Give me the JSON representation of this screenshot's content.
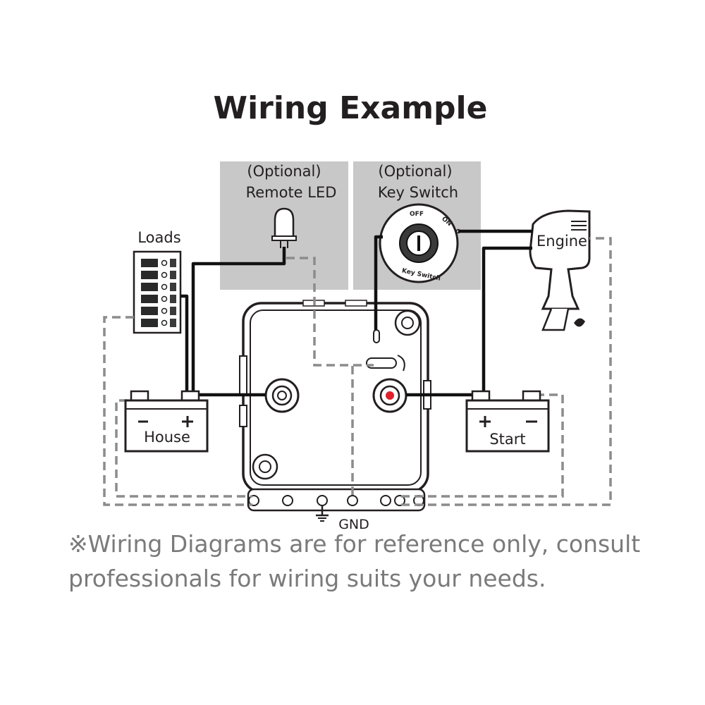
{
  "title": "Wiring Example",
  "panels": {
    "remote_led": {
      "line1": "(Optional)",
      "line2": "Remote LED"
    },
    "key_switch": {
      "line1": "(Optional)",
      "line2": "Key Switch"
    }
  },
  "key_switch_face": {
    "off": "OFF",
    "on": "ON",
    "ring": "Key Switch"
  },
  "loads_label": "Loads",
  "engine_label": "Engine",
  "house_label": "House",
  "start_label": "Start",
  "gnd_label": "GND",
  "note": {
    "line1": "※Wiring Diagrams are for reference only, consult",
    "line2": "professionals for wiring suits your needs."
  },
  "colors": {
    "panel": "#c8c8c8",
    "wire": "#111111",
    "dashed_wire": "#8c8c8c",
    "positive_post": "#e0202a",
    "note_text": "#7a7a7a"
  }
}
